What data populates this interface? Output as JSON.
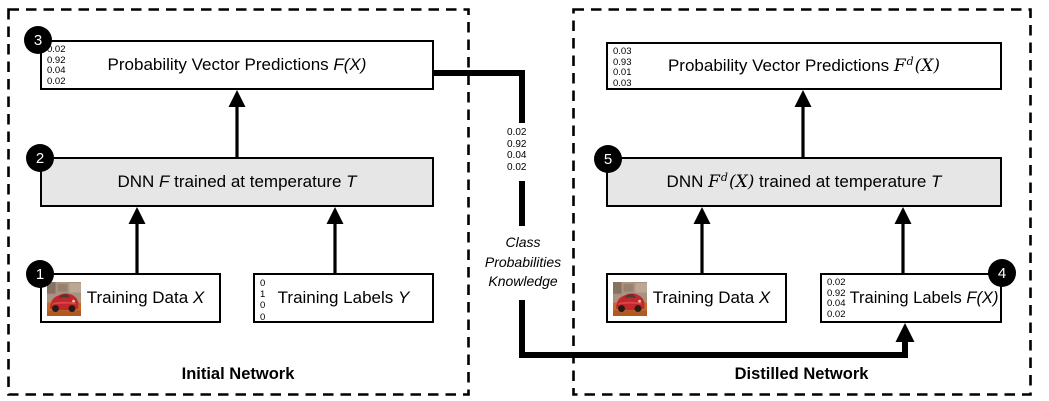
{
  "badges": {
    "1": "1",
    "2": "2",
    "3": "3",
    "4": "4",
    "5": "5"
  },
  "left": {
    "title": "Initial Network",
    "pred": {
      "vec": [
        "0.02",
        "0.92",
        "0.04",
        "0.02"
      ],
      "text": "Probability Vector Predictions ",
      "math": "F(X)"
    },
    "dnn": {
      "t1": "DNN ",
      "f": "F",
      "t2": " trained at temperature ",
      "t3": "T"
    },
    "data": {
      "text": "Training Data ",
      "math": "X"
    },
    "labels": {
      "vec": [
        "0",
        "1",
        "0",
        "0"
      ],
      "text": "Training Labels ",
      "math": "Y"
    }
  },
  "right": {
    "title": "Distilled Network",
    "pred": {
      "vec": [
        "0.03",
        "0.93",
        "0.01",
        "0.03"
      ],
      "text": "Probability Vector Predictions ",
      "f": "F",
      "sup": "d",
      "args": "(X)"
    },
    "dnn": {
      "t1": "DNN ",
      "f": "F",
      "sup": "d",
      "args": "(X)",
      "t2": " trained at temperature ",
      "t3": "T"
    },
    "data": {
      "text": "Training Data ",
      "math": "X"
    },
    "labels": {
      "vec": [
        "0.02",
        "0.92",
        "0.04",
        "0.02"
      ],
      "text": "Training Labels ",
      "math": "F(X)"
    }
  },
  "knowledge": {
    "vec": [
      "0.02",
      "0.92",
      "0.04",
      "0.02"
    ],
    "caption": [
      "Class",
      "Probabilities",
      "Knowledge"
    ]
  },
  "icons": {
    "training_image": "red-car-photo"
  },
  "colors": {
    "line_color": "#000000",
    "box_border": "#000000",
    "dnn_fill": "#e6e6e6",
    "badge_bg": "#000000",
    "badge_text": "#ffffff"
  }
}
